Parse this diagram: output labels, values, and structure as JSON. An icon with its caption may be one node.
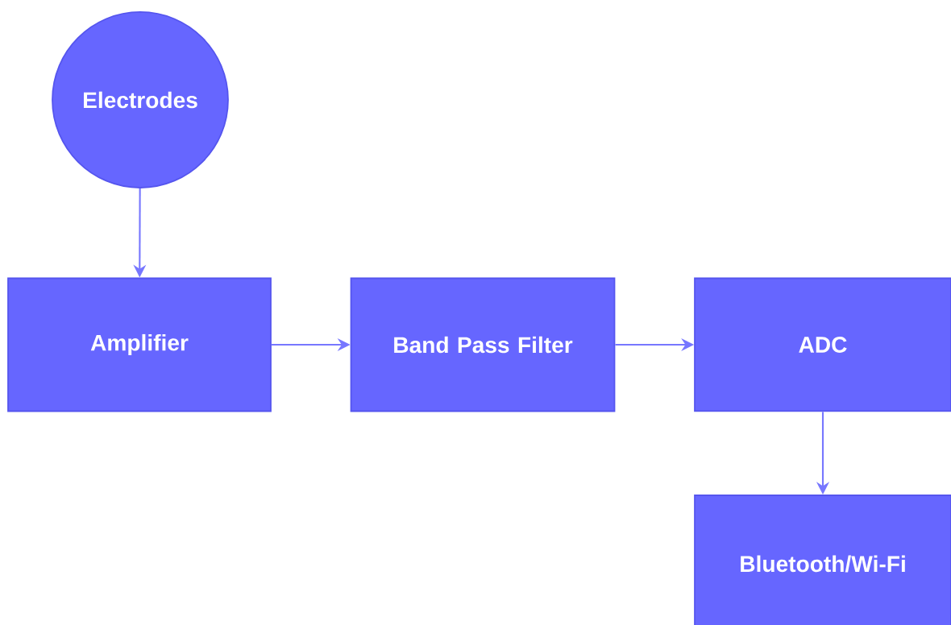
{
  "diagram": {
    "nodes": [
      {
        "text": [
          "Electrodes"
        ]
      },
      {
        "text": [
          "Amplifier"
        ]
      },
      {
        "text": [
          "Band Pass Filter"
        ]
      },
      {
        "text": [
          "ADC"
        ]
      },
      {
        "text": [
          "Bluetooth/Wi-Fi"
        ]
      }
    ],
    "edges": [
      {
        "from": 0,
        "to": 1,
        "arrow": "to"
      },
      {
        "from": 1,
        "to": 2,
        "arrow": "to"
      },
      {
        "from": 2,
        "to": 3,
        "arrow": "to"
      },
      {
        "from": 3,
        "to": 4,
        "arrow": "to"
      }
    ]
  }
}
